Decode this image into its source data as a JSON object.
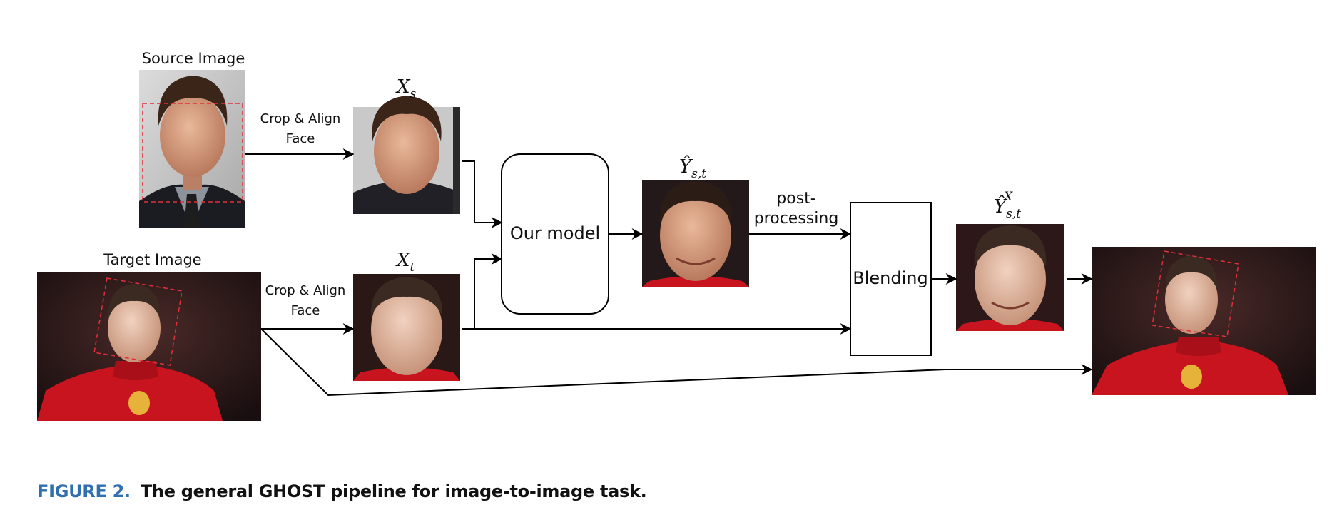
{
  "labels": {
    "source_image": "Source Image",
    "target_image": "Target Image",
    "crop_align_line1": "Crop & Align",
    "crop_align_line2": "Face",
    "our_model": "Our model",
    "post_processing_line1": "post-",
    "post_processing_line2": "processing",
    "blending": "Blending"
  },
  "math": {
    "xs_base": "X",
    "xs_sub": "s",
    "xt_base": "X",
    "xt_sub": "t",
    "yhat_base": "Ŷ",
    "yhat_sub": "s,t",
    "yhatx_base": "Ŷ",
    "yhatx_sub": "s,t",
    "yhatx_sup": "X"
  },
  "caption": {
    "figure_label": "FIGURE 2.",
    "text": "The general GHOST pipeline for image-to-image task."
  },
  "colors": {
    "caption_blue": "#2f6fb0",
    "bbox_red": "#e0303a",
    "jersey_red": "#c8141e",
    "arrow": "#000000"
  }
}
